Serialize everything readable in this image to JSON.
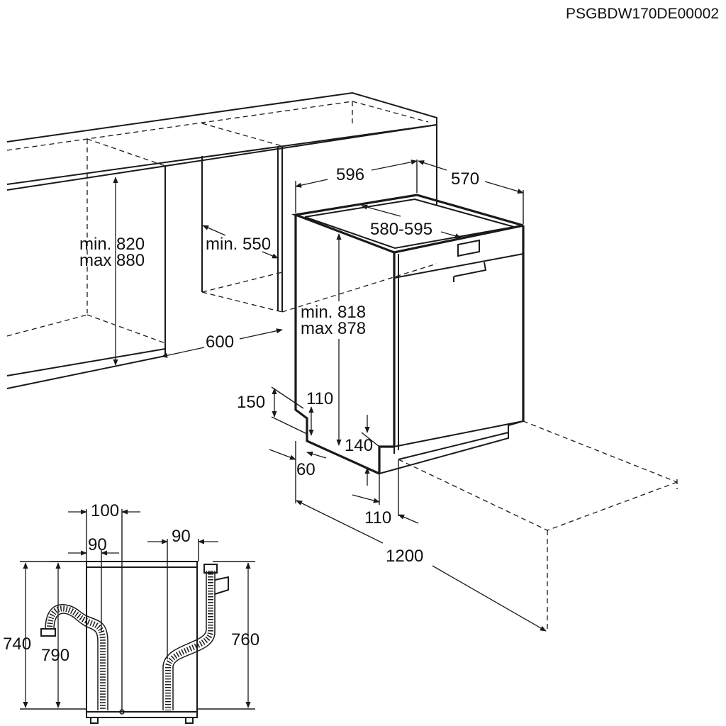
{
  "document_code": "PSGBDW170DE00002",
  "dimensions": {
    "cabinet_height": [
      "min. 820",
      "max 880"
    ],
    "cabinet_depth_min": "min. 550",
    "cabinet_width": "600",
    "appliance_width": "596",
    "appliance_depth": "570",
    "door_clearance": "580-595",
    "appliance_height": [
      "min. 818",
      "max 878"
    ],
    "plinth_150": "150",
    "plinth_110_upper": "110",
    "plinth_60": "60",
    "plinth_140": "140",
    "plinth_110_lower": "110",
    "door_open_depth": "1200",
    "hose_100": "100",
    "hose_90_left": "90",
    "hose_90_right": "90",
    "hose_740": "740",
    "hose_790": "790",
    "hose_760": "760"
  }
}
